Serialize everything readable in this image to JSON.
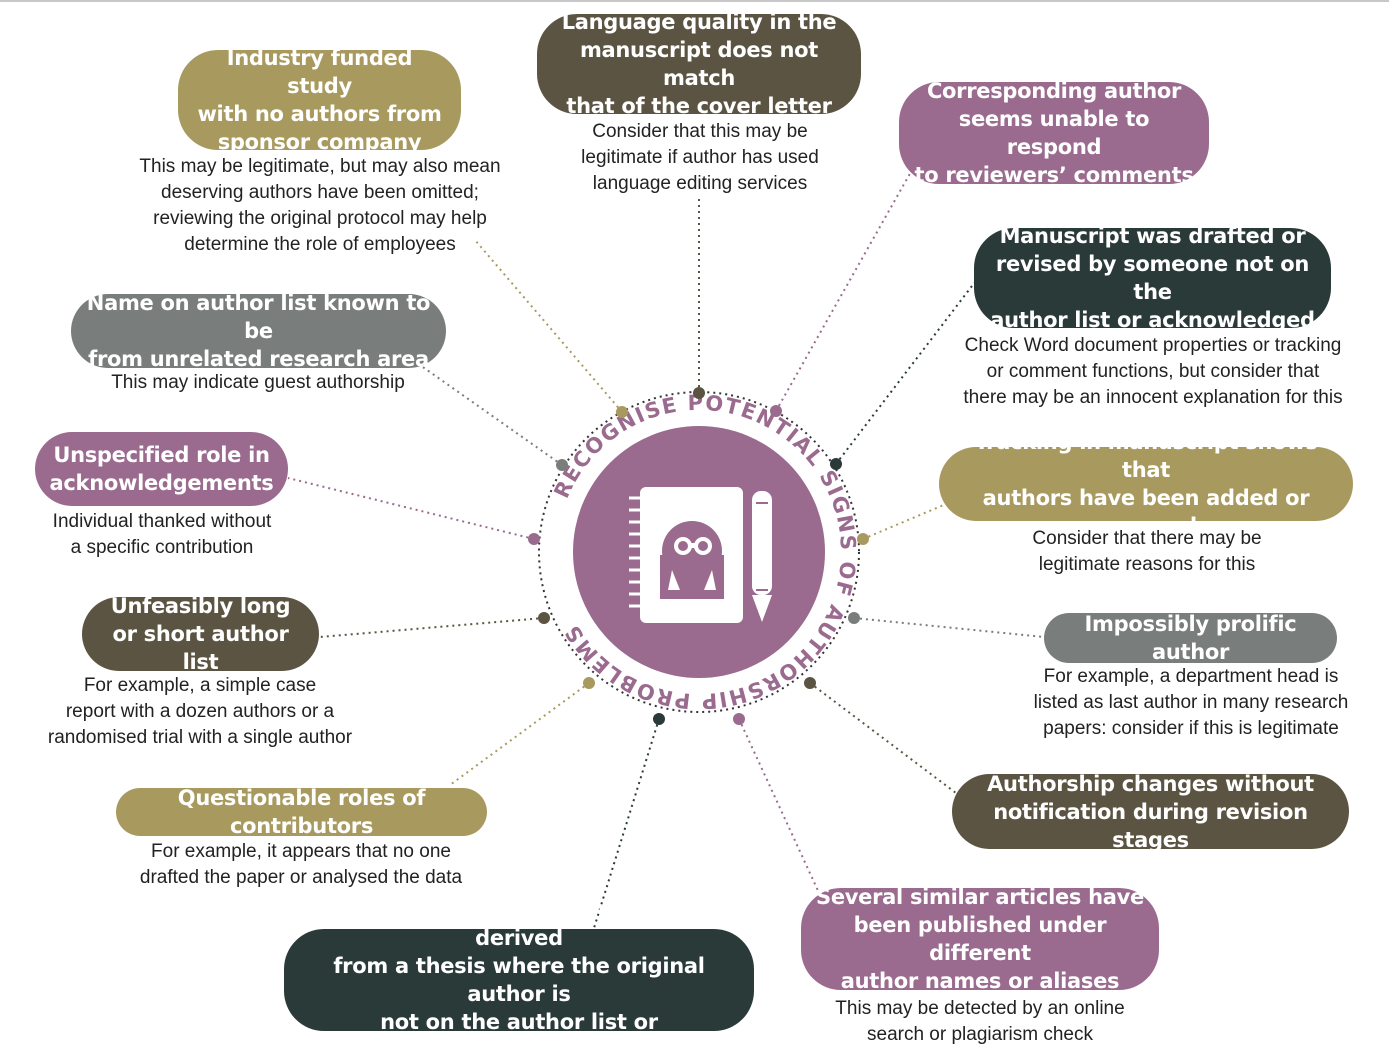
{
  "center_title": "RECOGNISE POTENTIAL SIGNS OF AUTHORSHIP PROBLEMS",
  "colors": {
    "gold": "#a89a5e",
    "brown": "#5c5442",
    "plum": "#9a6b8e",
    "slate": "#797e7c",
    "dark": "#2a3a38"
  },
  "center_icon": "notebook-with-pencil-icon",
  "nodes": [
    {
      "title": "Industry funded study\nwith no authors from\nsponsor company",
      "desc": "This may be legitimate, but may also mean\ndeserving authors have been omitted;\nreviewing the original protocol may help\ndetermine the role of employees"
    },
    {
      "title": "Language quality in the\nmanuscript does not match\nthat of the cover letter",
      "desc": "Consider that this may be\nlegitimate if author has used\nlanguage editing services"
    },
    {
      "title": "Corresponding author\nseems unable to respond\nto reviewers’ comments",
      "desc": ""
    },
    {
      "title": "Manuscript was drafted or\nrevised by someone not on the\nauthor list or acknowledged",
      "desc": "Check Word document properties or tracking\nor comment functions, but consider that\nthere may be an innocent explanation for this"
    },
    {
      "title": "Name on author list known to be\nfrom unrelated research area",
      "desc": "This may indicate guest authorship"
    },
    {
      "title": "Unspecified role in\nacknowledgements",
      "desc": "Individual thanked without\na specific contribution"
    },
    {
      "title": "Tracking in manuscript shows that\nauthors have been added or removed",
      "desc": "Consider that there may be\nlegitimate reasons for this"
    },
    {
      "title": "Unfeasibly long\nor short author list",
      "desc": "For example, a simple case\nreport with a dozen authors or a\nrandomised trial with a single author"
    },
    {
      "title": "Impossibly prolific author",
      "desc": "For example, a department head is\nlisted as last author in many research\npapers: consider if this is legitimate"
    },
    {
      "title": "Questionable roles of contributors",
      "desc": "For example, it appears that no one\ndrafted the paper or analysed the data"
    },
    {
      "title": "Authorship changes without\nnotification during revision stages",
      "desc": ""
    },
    {
      "title": "A similarity check shows work derived\nfrom a thesis where the original author is\nnot on the author list or acknowledged",
      "desc": ""
    },
    {
      "title": "Several similar articles have\nbeen published under different\nauthor names or aliases",
      "desc": "This may be detected by an online\nsearch or plagiarism check"
    }
  ]
}
